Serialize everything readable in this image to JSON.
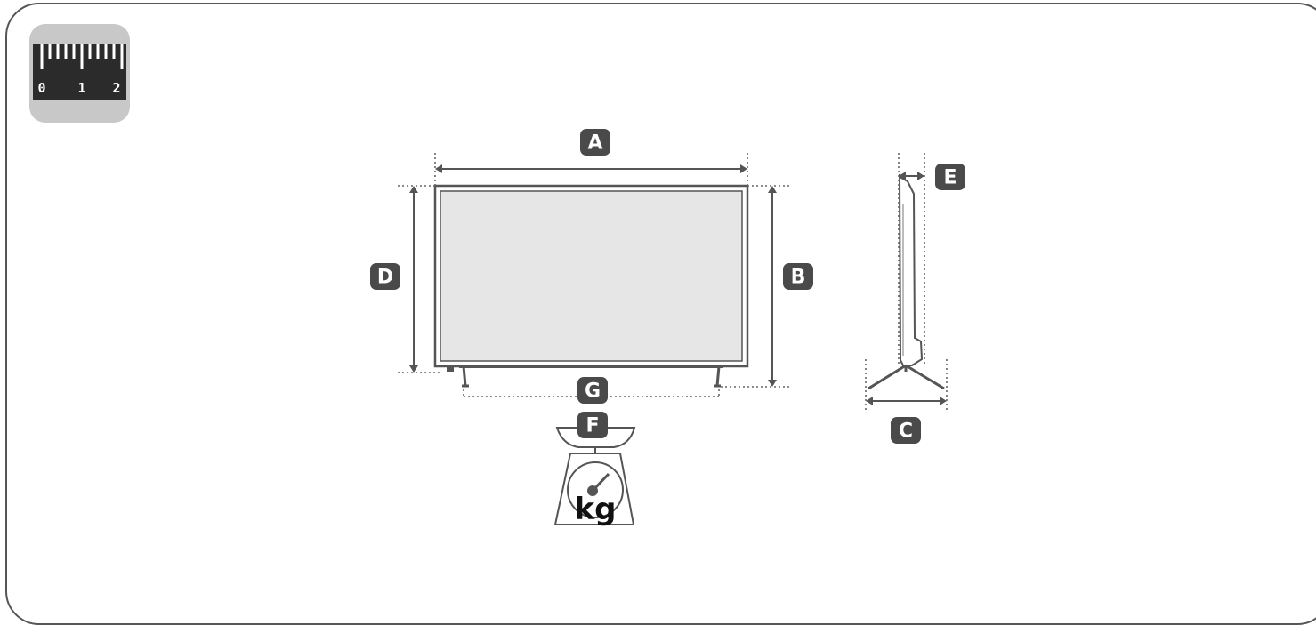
{
  "ruler_icon": {
    "icon": "ruler-icon",
    "bg_color": "#c8c8c8",
    "scale_labels": [
      "0",
      "1",
      "2"
    ]
  },
  "dimension_labels": {
    "width": "A",
    "height_with_stand": "B",
    "stand_depth": "C",
    "height_without_stand": "D",
    "depth": "E",
    "weight": "F",
    "stand_width": "G"
  },
  "scale_icon": {
    "icon": "weight-scale-icon",
    "unit": "kg"
  },
  "colors": {
    "screen_fill": "#e6e6e6",
    "label_bg": "#4a4a4a",
    "frame": "#555555"
  }
}
